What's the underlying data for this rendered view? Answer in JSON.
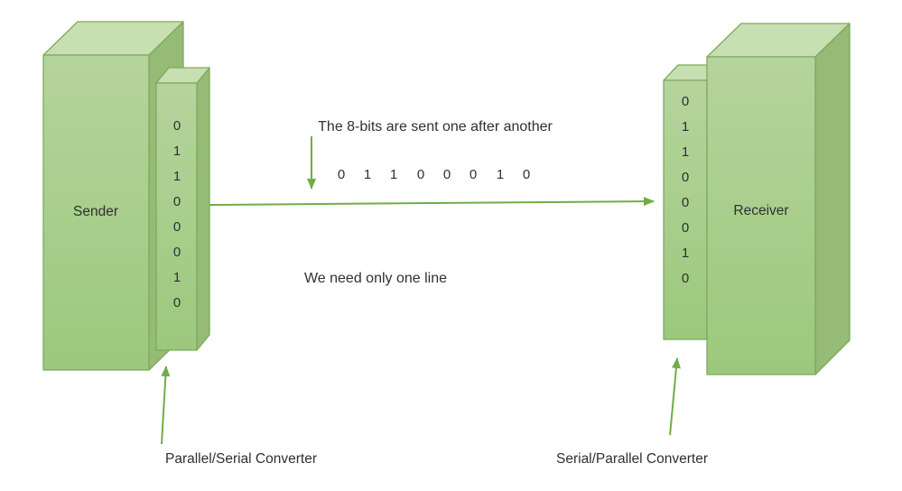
{
  "colors": {
    "arrow": "#70ad47",
    "front_light": "#b5d49c",
    "front_dark": "#9cc87d",
    "top_face": "#c8dfb2",
    "side_face": "#95bb76",
    "stroke": "#7daa5c",
    "text": "#303030"
  },
  "sender": {
    "label": "Sender",
    "bits": [
      "0",
      "1",
      "1",
      "0",
      "0",
      "0",
      "1",
      "0"
    ]
  },
  "receiver": {
    "label": "Receiver",
    "bits": [
      "0",
      "1",
      "1",
      "0",
      "0",
      "0",
      "1",
      "0"
    ]
  },
  "transmission": {
    "note_top": "The 8-bits are sent one after another",
    "serial_bits": [
      "0",
      "1",
      "1",
      "0",
      "0",
      "0",
      "1",
      "0"
    ],
    "note_bottom": "We need only one line"
  },
  "converters": {
    "left_label": "Parallel/Serial Converter",
    "right_label": "Serial/Parallel Converter"
  }
}
